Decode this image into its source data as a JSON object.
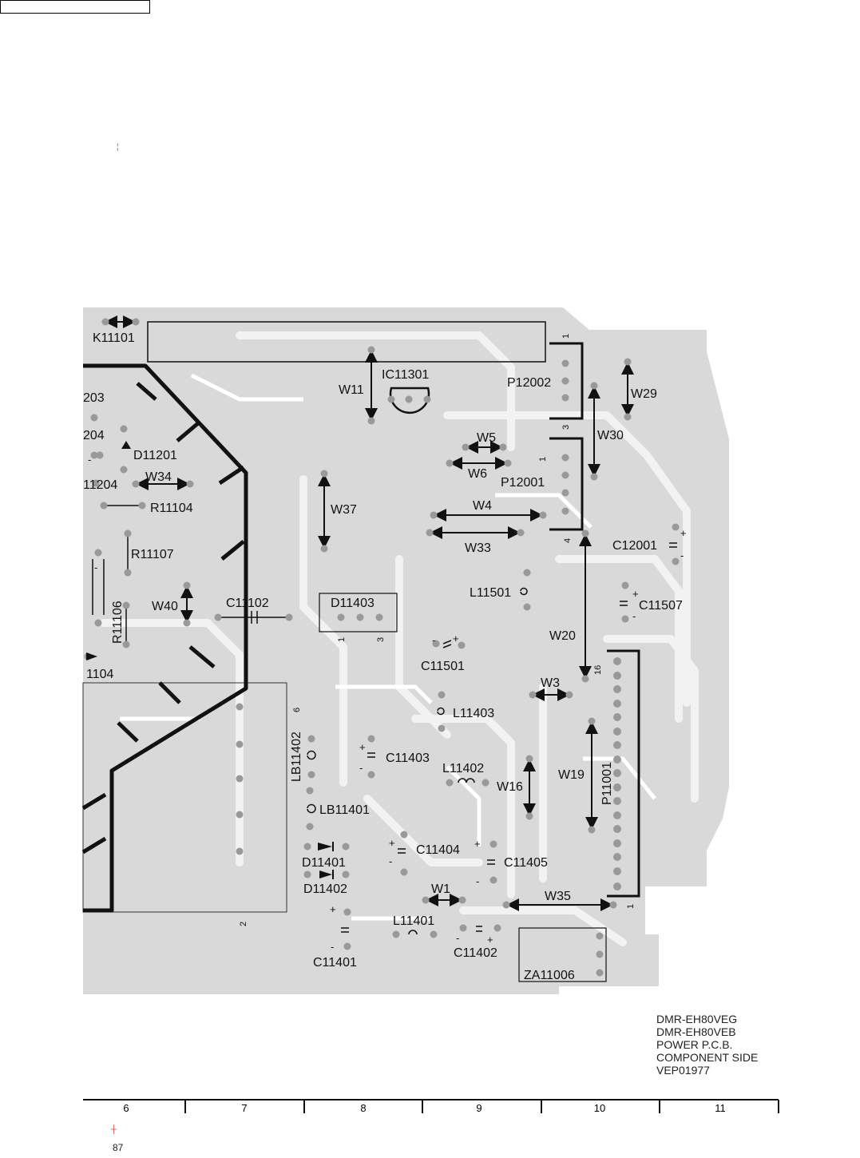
{
  "diagram": {
    "board_title_lines": [
      "DMR-EH80VEG",
      "DMR-EH80VEB",
      "POWER P.C.B.",
      "COMPONENT SIDE",
      "VEP01977"
    ],
    "page_number": "87",
    "grid_columns": [
      "6",
      "7",
      "8",
      "9",
      "10",
      "11"
    ],
    "components": [
      {
        "ref": "K11101"
      },
      {
        "ref": "IC11301"
      },
      {
        "ref": "P12002"
      },
      {
        "ref": "W29"
      },
      {
        "ref": "W30"
      },
      {
        "ref": "W11"
      },
      {
        "ref": "W5"
      },
      {
        "ref": "W6"
      },
      {
        "ref": "P12001"
      },
      {
        "ref": "W4"
      },
      {
        "ref": "W33"
      },
      {
        "ref": "W37"
      },
      {
        "ref": "C12001"
      },
      {
        "ref": "L11501"
      },
      {
        "ref": "C11507"
      },
      {
        "ref": "D11403"
      },
      {
        "ref": "C11102"
      },
      {
        "ref": "W40"
      },
      {
        "ref": "R11106"
      },
      {
        "ref": "R11107"
      },
      {
        "ref": "R11104"
      },
      {
        "ref": "W34"
      },
      {
        "ref": "D11201"
      },
      {
        "ref": "203"
      },
      {
        "ref": "204"
      },
      {
        "ref": "11204"
      },
      {
        "ref": "1104"
      },
      {
        "ref": "C11501"
      },
      {
        "ref": "W20"
      },
      {
        "ref": "W3"
      },
      {
        "ref": "L11403"
      },
      {
        "ref": "LB11402"
      },
      {
        "ref": "C11403"
      },
      {
        "ref": "L11402"
      },
      {
        "ref": "W16"
      },
      {
        "ref": "W19"
      },
      {
        "ref": "P11001"
      },
      {
        "ref": "LB11401"
      },
      {
        "ref": "D11401"
      },
      {
        "ref": "D11402"
      },
      {
        "ref": "C11404"
      },
      {
        "ref": "C11405"
      },
      {
        "ref": "W1"
      },
      {
        "ref": "W35"
      },
      {
        "ref": "L11401"
      },
      {
        "ref": "C11402"
      },
      {
        "ref": "C11401"
      },
      {
        "ref": "ZA11006"
      }
    ],
    "pin_labels": [
      "1",
      "3",
      "1",
      "4",
      "1",
      "3",
      "16",
      "1",
      "6",
      "2"
    ]
  }
}
